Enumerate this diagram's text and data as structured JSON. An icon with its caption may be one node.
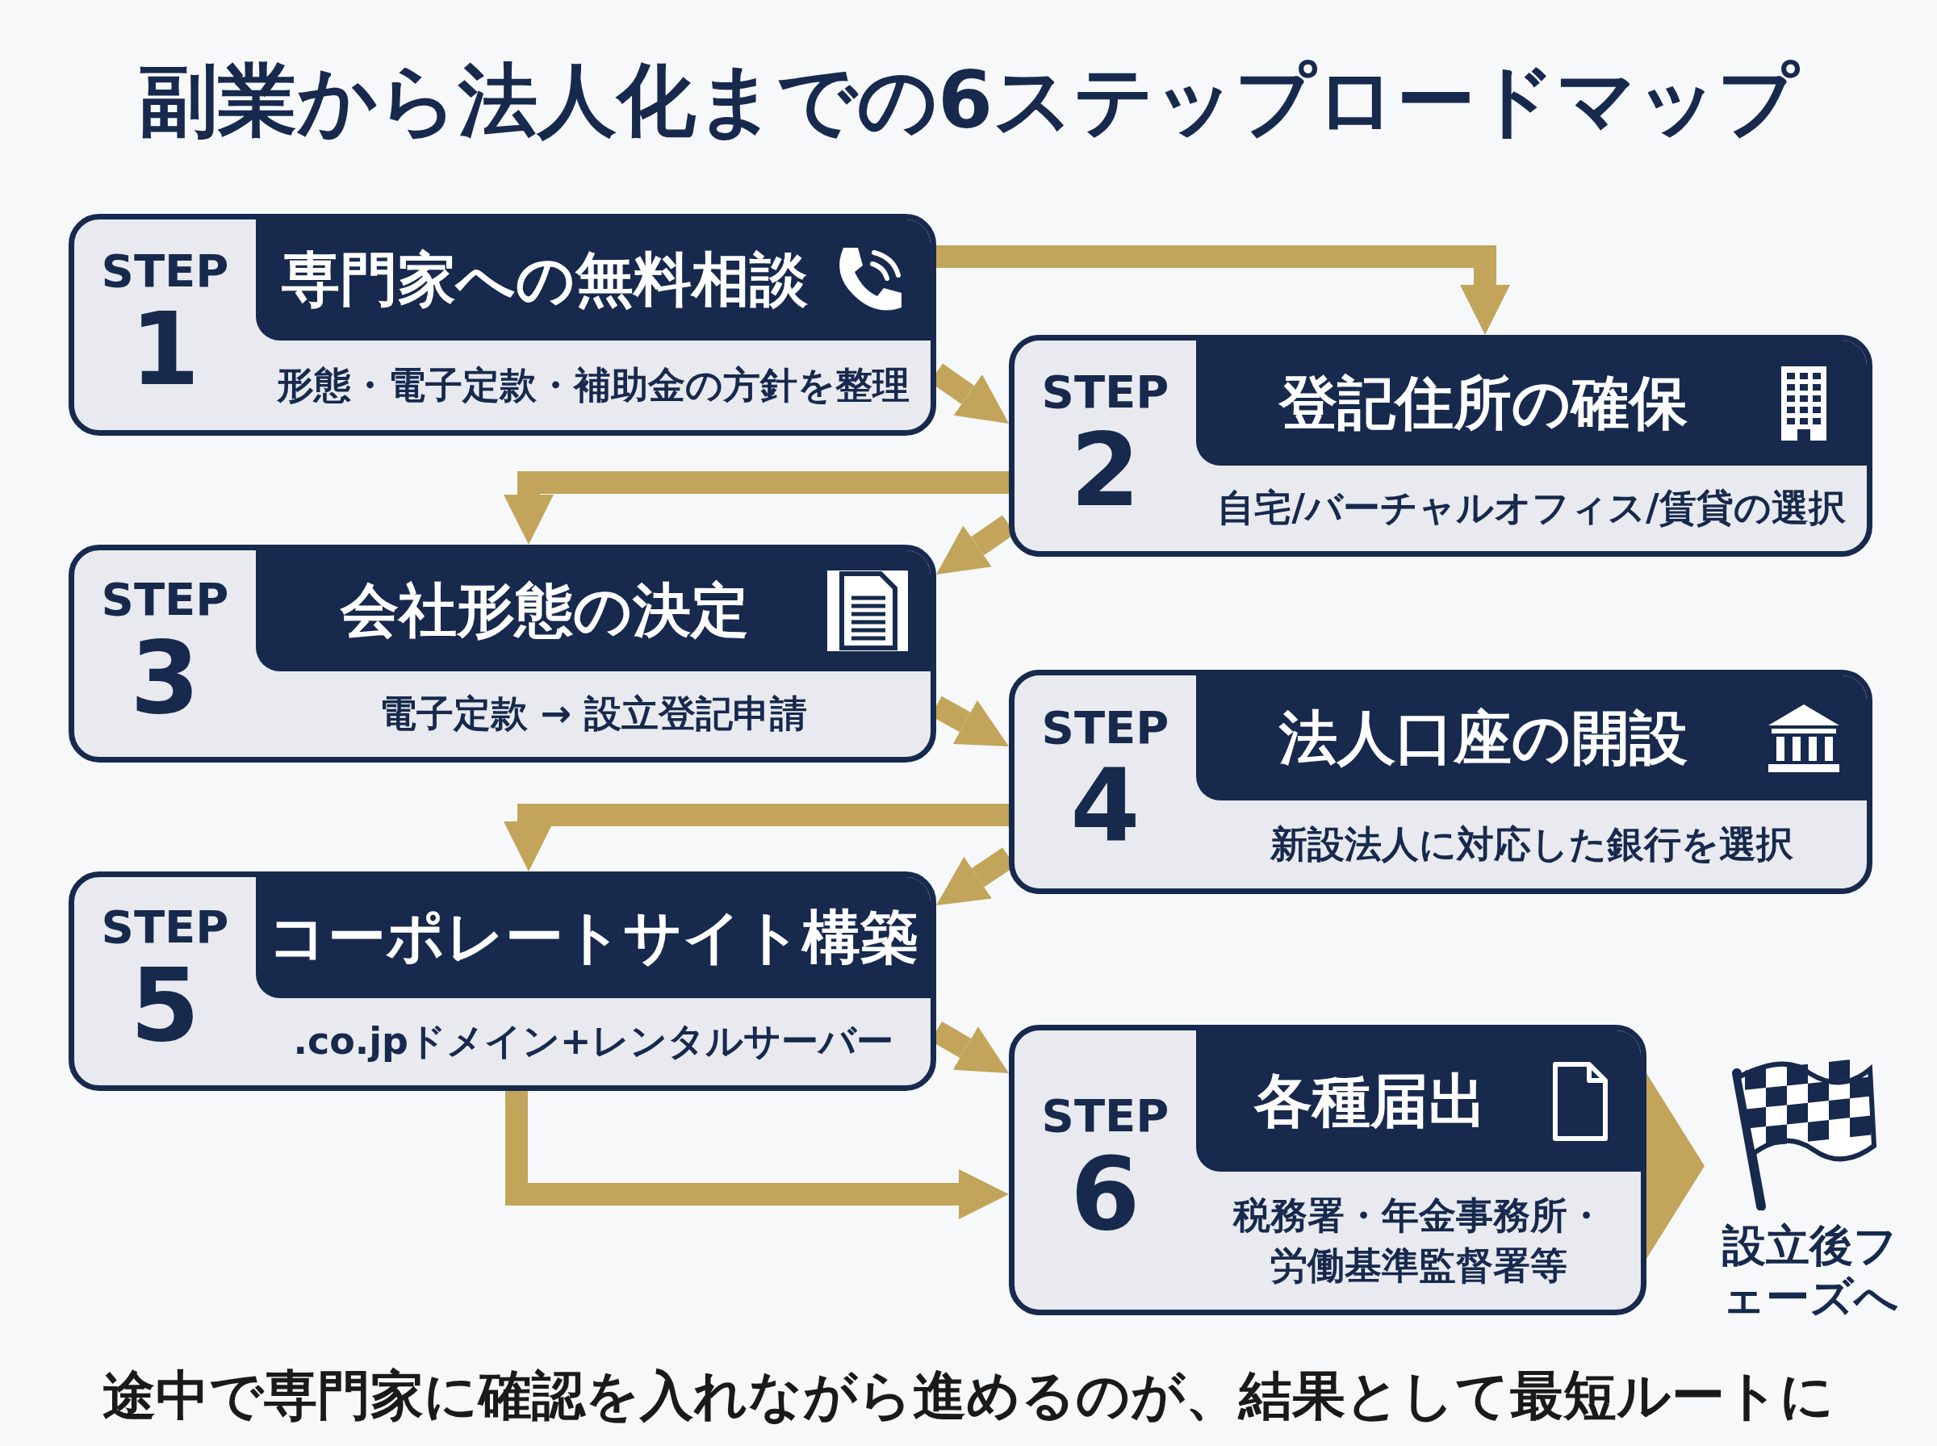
{
  "diagram": {
    "title": "副業から法人化までの6ステップロードマップ",
    "nodes": [
      {
        "text": [
          "STEP",
          "1",
          "専門家への無料相談",
          "形態・電子定款・補助金の方針を整理"
        ]
      },
      {
        "text": [
          "STEP",
          "2",
          "登記住所の確保",
          "自宅/バーチャルオフィス/賃貸の選択"
        ]
      },
      {
        "text": [
          "STEP",
          "3",
          "会社形態の決定",
          "電子定款 → 設立登記申請"
        ]
      },
      {
        "text": [
          "STEP",
          "4",
          "法人口座の開設",
          "新設法人に対応した銀行を選択"
        ]
      },
      {
        "text": [
          "STEP",
          "5",
          "コーポレートサイト構築",
          ".co.jpドメイン+レンタルサーバー"
        ]
      },
      {
        "text": [
          "STEP",
          "6",
          "各種届出",
          "税務署・年金事務所・労働基準監督署等"
        ]
      },
      {
        "text": [
          "設立後フェーズへ"
        ]
      }
    ],
    "edges": [
      {
        "from": 0,
        "to": 1,
        "arrow": "to"
      },
      {
        "from": 0,
        "to": 1,
        "arrow": "to"
      },
      {
        "from": 1,
        "to": 2,
        "arrow": "to"
      },
      {
        "from": 1,
        "to": 2,
        "arrow": "to"
      },
      {
        "from": 2,
        "to": 3,
        "arrow": "to"
      },
      {
        "from": 3,
        "to": 4,
        "arrow": "to"
      },
      {
        "from": 3,
        "to": 4,
        "arrow": "to"
      },
      {
        "from": 4,
        "to": 5,
        "arrow": "to"
      },
      {
        "from": 4,
        "to": 5,
        "arrow": "to"
      },
      {
        "from": 5,
        "to": 6,
        "arrow": "to"
      }
    ],
    "caption": "途中で専門家に確認を入れながら進めるのが、結果として最短ルートに"
  }
}
